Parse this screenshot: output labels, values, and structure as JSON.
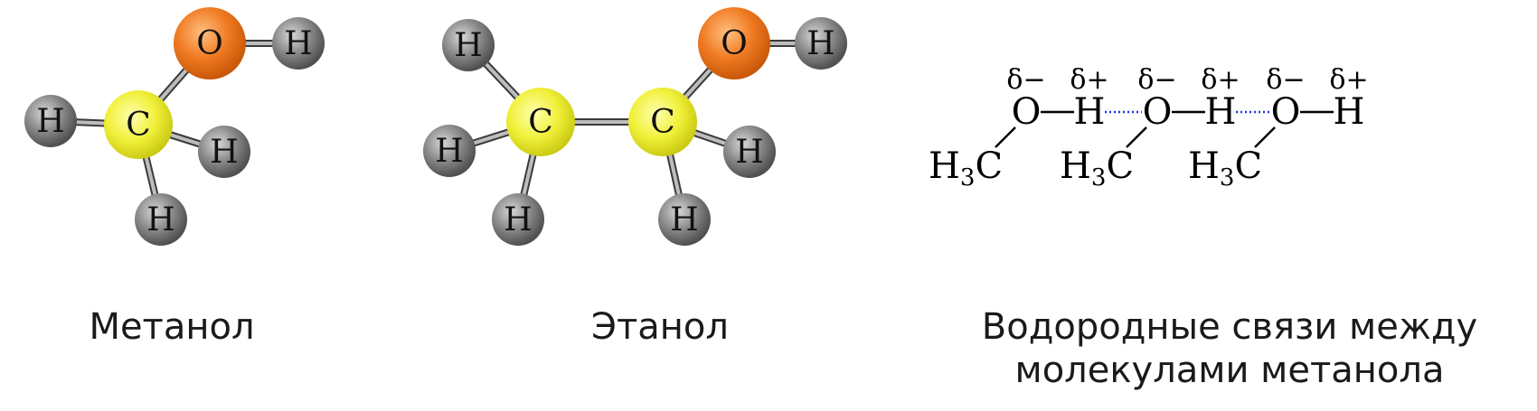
{
  "captions": {
    "methanol": "Метанол",
    "ethanol": "Этанол",
    "hbond_line1": "Водородные связи между",
    "hbond_line2": "молекулами метанола"
  },
  "atoms": {
    "carbon": "C",
    "oxygen": "O",
    "hydrogen": "H"
  },
  "hbond_diagram": {
    "methyl_main": "H",
    "methyl_sub": "3",
    "methyl_end": "C",
    "partial_negative": "δ−",
    "partial_positive": "δ+",
    "oxygen": "O",
    "hydrogen": "H",
    "count": 3
  },
  "colors": {
    "carbon": "#e8e82a",
    "oxygen": "#f07020",
    "hydrogen": "#707070",
    "bond": "#9a9a9a",
    "hydrogen_bond": "#2233dd"
  }
}
